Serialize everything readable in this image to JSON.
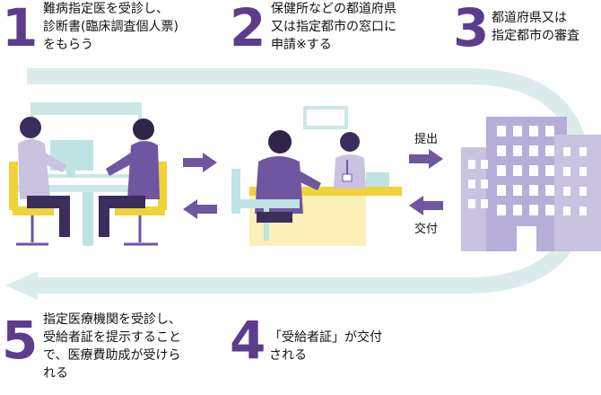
{
  "steps": [
    {
      "number": "1",
      "lines": [
        "難病指定医を受診し、",
        "診断書(臨床調査個人票)",
        "をもらう"
      ]
    },
    {
      "number": "2",
      "lines": [
        "保健所などの都道府県",
        "又は指定都市の窓口に",
        "申請※する"
      ]
    },
    {
      "number": "3",
      "lines": [
        "都道府県又は",
        "指定都市の審査"
      ]
    },
    {
      "number": "4",
      "lines": [
        "「受給者証」が交付",
        "される"
      ]
    },
    {
      "number": "5",
      "lines": [
        "指定医療機関を受診し、",
        "受給者証を提示することで、医療費助成が受けられる"
      ]
    }
  ],
  "step5_wrapped": [
    "指定医療機関を受診し、",
    "受給者証を提示すること",
    "で、医療費助成が受けら",
    "れる"
  ],
  "labels": {
    "submit": "提出",
    "issue": "交付"
  },
  "colors": {
    "accent": "#5b3d8c",
    "loop": "#dcecec",
    "arrow": "#6e56a0"
  }
}
